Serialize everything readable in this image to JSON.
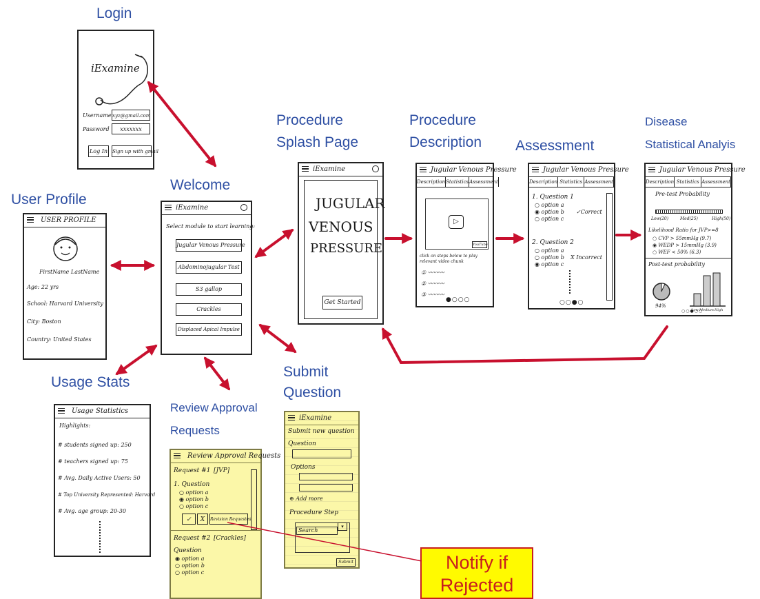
{
  "labels": {
    "login": "Login",
    "welcome": "Welcome",
    "user_profile": "User Profile",
    "usage_stats": "Usage Stats",
    "review_approval_1": "Review Approval",
    "review_approval_2": "Requests",
    "submit_question_1": "Submit",
    "submit_question_2": "Question",
    "procedure_splash_1": "Procedure",
    "procedure_splash_2": "Splash Page",
    "procedure_desc_1": "Procedure",
    "procedure_desc_2": "Description",
    "assessment": "Assessment",
    "disease_1": "Disease",
    "disease_2": "Statistical Analyis"
  },
  "notify": {
    "line1": "Notify if",
    "line2": "Rejected"
  },
  "login_screen": {
    "logo": "iExamine",
    "username_label": "Username",
    "username_value": "xyz@gmail.com",
    "password_label": "Password",
    "password_value": "xxxxxxx",
    "login_button": "Log In",
    "signup_button": "Sign up with gmail"
  },
  "welcome_screen": {
    "app_title": "iExamine",
    "prompt": "Select module to start learning:",
    "modules": [
      "Jugular Venous Pressure",
      "Abdominojugular Test",
      "S3 gallop",
      "Crackles",
      "Displaced Apical Impulse"
    ]
  },
  "profile_screen": {
    "title": "USER PROFILE",
    "name": "FirstName LastName",
    "age": "Age: 22 yrs",
    "school": "School: Harvard University",
    "city": "City: Boston",
    "country": "Country: United States"
  },
  "usage_screen": {
    "title": "Usage Statistics",
    "highlights": "Highlights:",
    "lines": [
      "# students signed up: 250",
      "# teachers signed up: 75",
      "# Avg. Daily Active Users: 50",
      "# Top University Represented: Harvard",
      "# Avg. age group: 20-30"
    ]
  },
  "review_screen": {
    "title": "Review Approval Requests",
    "request1": "Request #1",
    "request1_tag": "[JVP]",
    "question": "1. Question",
    "options": [
      "option a",
      "option b",
      "option c"
    ],
    "approve": "✓",
    "reject": "X",
    "revision": "Revision Requested",
    "request2": "Request #2",
    "request2_tag": "[Crackles]",
    "question2": "Question",
    "options2": [
      "option a",
      "option b",
      "option c"
    ]
  },
  "submit_screen": {
    "app_title": "iExamine",
    "heading": "Submit new question",
    "question_label": "Question",
    "options_label": "Options",
    "add_more": "Add more",
    "procedure_label": "Procedure Step",
    "search": "Search",
    "submit": "Submit"
  },
  "splash_screen": {
    "app_title": "iExamine",
    "title_lines": [
      "JUGULAR",
      "VENOUS",
      "PRESSURE"
    ],
    "get_started": "Get Started"
  },
  "desc_screen": {
    "title": "Jugular Venous Pressure",
    "tabs": [
      "Description",
      "Statistics",
      "Assessment"
    ],
    "youtube": "YouTube",
    "hint": "click on steps below to play relevant video chunk",
    "steps": [
      "1",
      "2",
      "3"
    ],
    "pager": "●○○○"
  },
  "assess_screen": {
    "title": "Jugular Venous Pressure",
    "tabs": [
      "Description",
      "Statistics",
      "Assessment"
    ],
    "q1": "1. Question 1",
    "q1_options": [
      "option a",
      "option b",
      "option c"
    ],
    "correct": "✓Correct",
    "q2": "2. Question 2",
    "q2_options": [
      "option a",
      "option b",
      "option c"
    ],
    "incorrect": "X Incorrect",
    "pager": "○○●○"
  },
  "disease_screen": {
    "title": "Jugular Venous Pressure",
    "tabs": [
      "Description",
      "Statistics",
      "Assessment"
    ],
    "pretest": "Pre-test Probability",
    "levels": [
      "Low(20)",
      "Med(25)",
      "High(50)"
    ],
    "lr_title": "Likelihood Ratio for JVP>=8",
    "lr_items": [
      "CVP > 55mmHg (9.7)",
      "WEDP > 15mmHg (3.9)",
      "WEF < 50% (6.3)"
    ],
    "post": "Post-test probability",
    "pie_label": "94%",
    "bar_labels": [
      "Low",
      "Medium",
      "High"
    ],
    "pager": "○○●○○"
  }
}
